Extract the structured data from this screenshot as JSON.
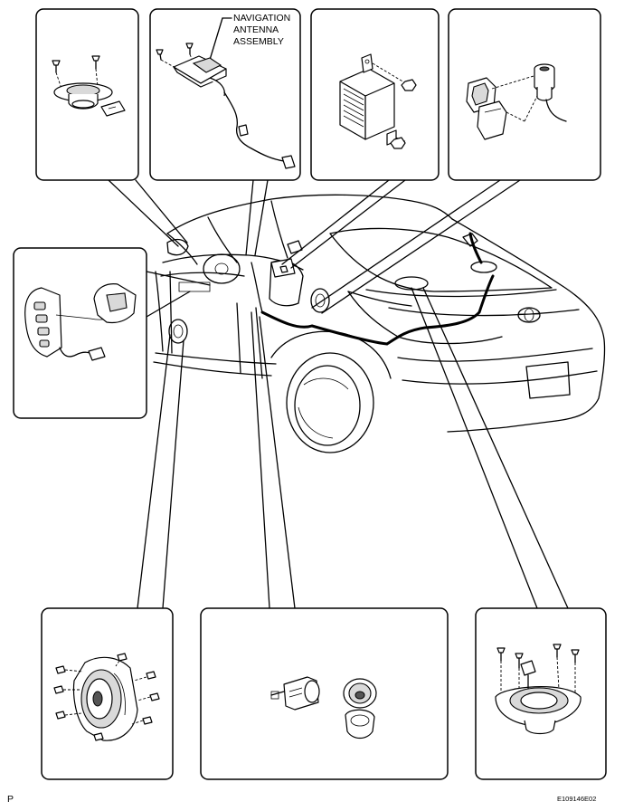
{
  "labels": {
    "nav_antenna_line1": "NAVIGATION",
    "nav_antenna_line2": "ANTENNA",
    "nav_antenna_line3": "ASSEMBLY",
    "corner_letter": "P",
    "figure_code": "E109146E02"
  }
}
